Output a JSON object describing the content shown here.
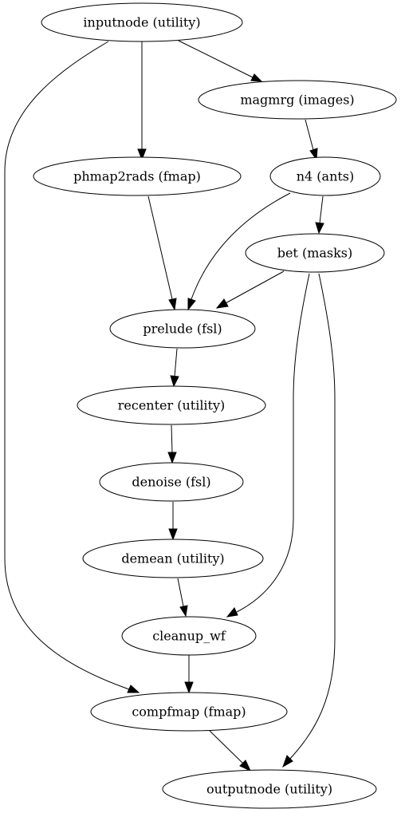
{
  "graph": {
    "nodes": {
      "inputnode": "inputnode (utility)",
      "magmrg": "magmrg (images)",
      "phmap2rads": "phmap2rads (fmap)",
      "n4": "n4 (ants)",
      "bet": "bet (masks)",
      "prelude": "prelude (fsl)",
      "recenter": "recenter (utility)",
      "denoise": "denoise (fsl)",
      "demean": "demean (utility)",
      "cleanup_wf": "cleanup_wf",
      "compfmap": "compfmap (fmap)",
      "outputnode": "outputnode (utility)"
    },
    "edges": [
      {
        "from": "inputnode",
        "to": "magmrg"
      },
      {
        "from": "inputnode",
        "to": "phmap2rads"
      },
      {
        "from": "inputnode",
        "to": "compfmap"
      },
      {
        "from": "magmrg",
        "to": "n4"
      },
      {
        "from": "n4",
        "to": "bet"
      },
      {
        "from": "n4",
        "to": "prelude"
      },
      {
        "from": "phmap2rads",
        "to": "prelude"
      },
      {
        "from": "bet",
        "to": "prelude"
      },
      {
        "from": "bet",
        "to": "cleanup_wf"
      },
      {
        "from": "bet",
        "to": "outputnode"
      },
      {
        "from": "prelude",
        "to": "recenter"
      },
      {
        "from": "recenter",
        "to": "denoise"
      },
      {
        "from": "denoise",
        "to": "demean"
      },
      {
        "from": "demean",
        "to": "cleanup_wf"
      },
      {
        "from": "cleanup_wf",
        "to": "compfmap"
      },
      {
        "from": "compfmap",
        "to": "outputnode"
      }
    ]
  }
}
